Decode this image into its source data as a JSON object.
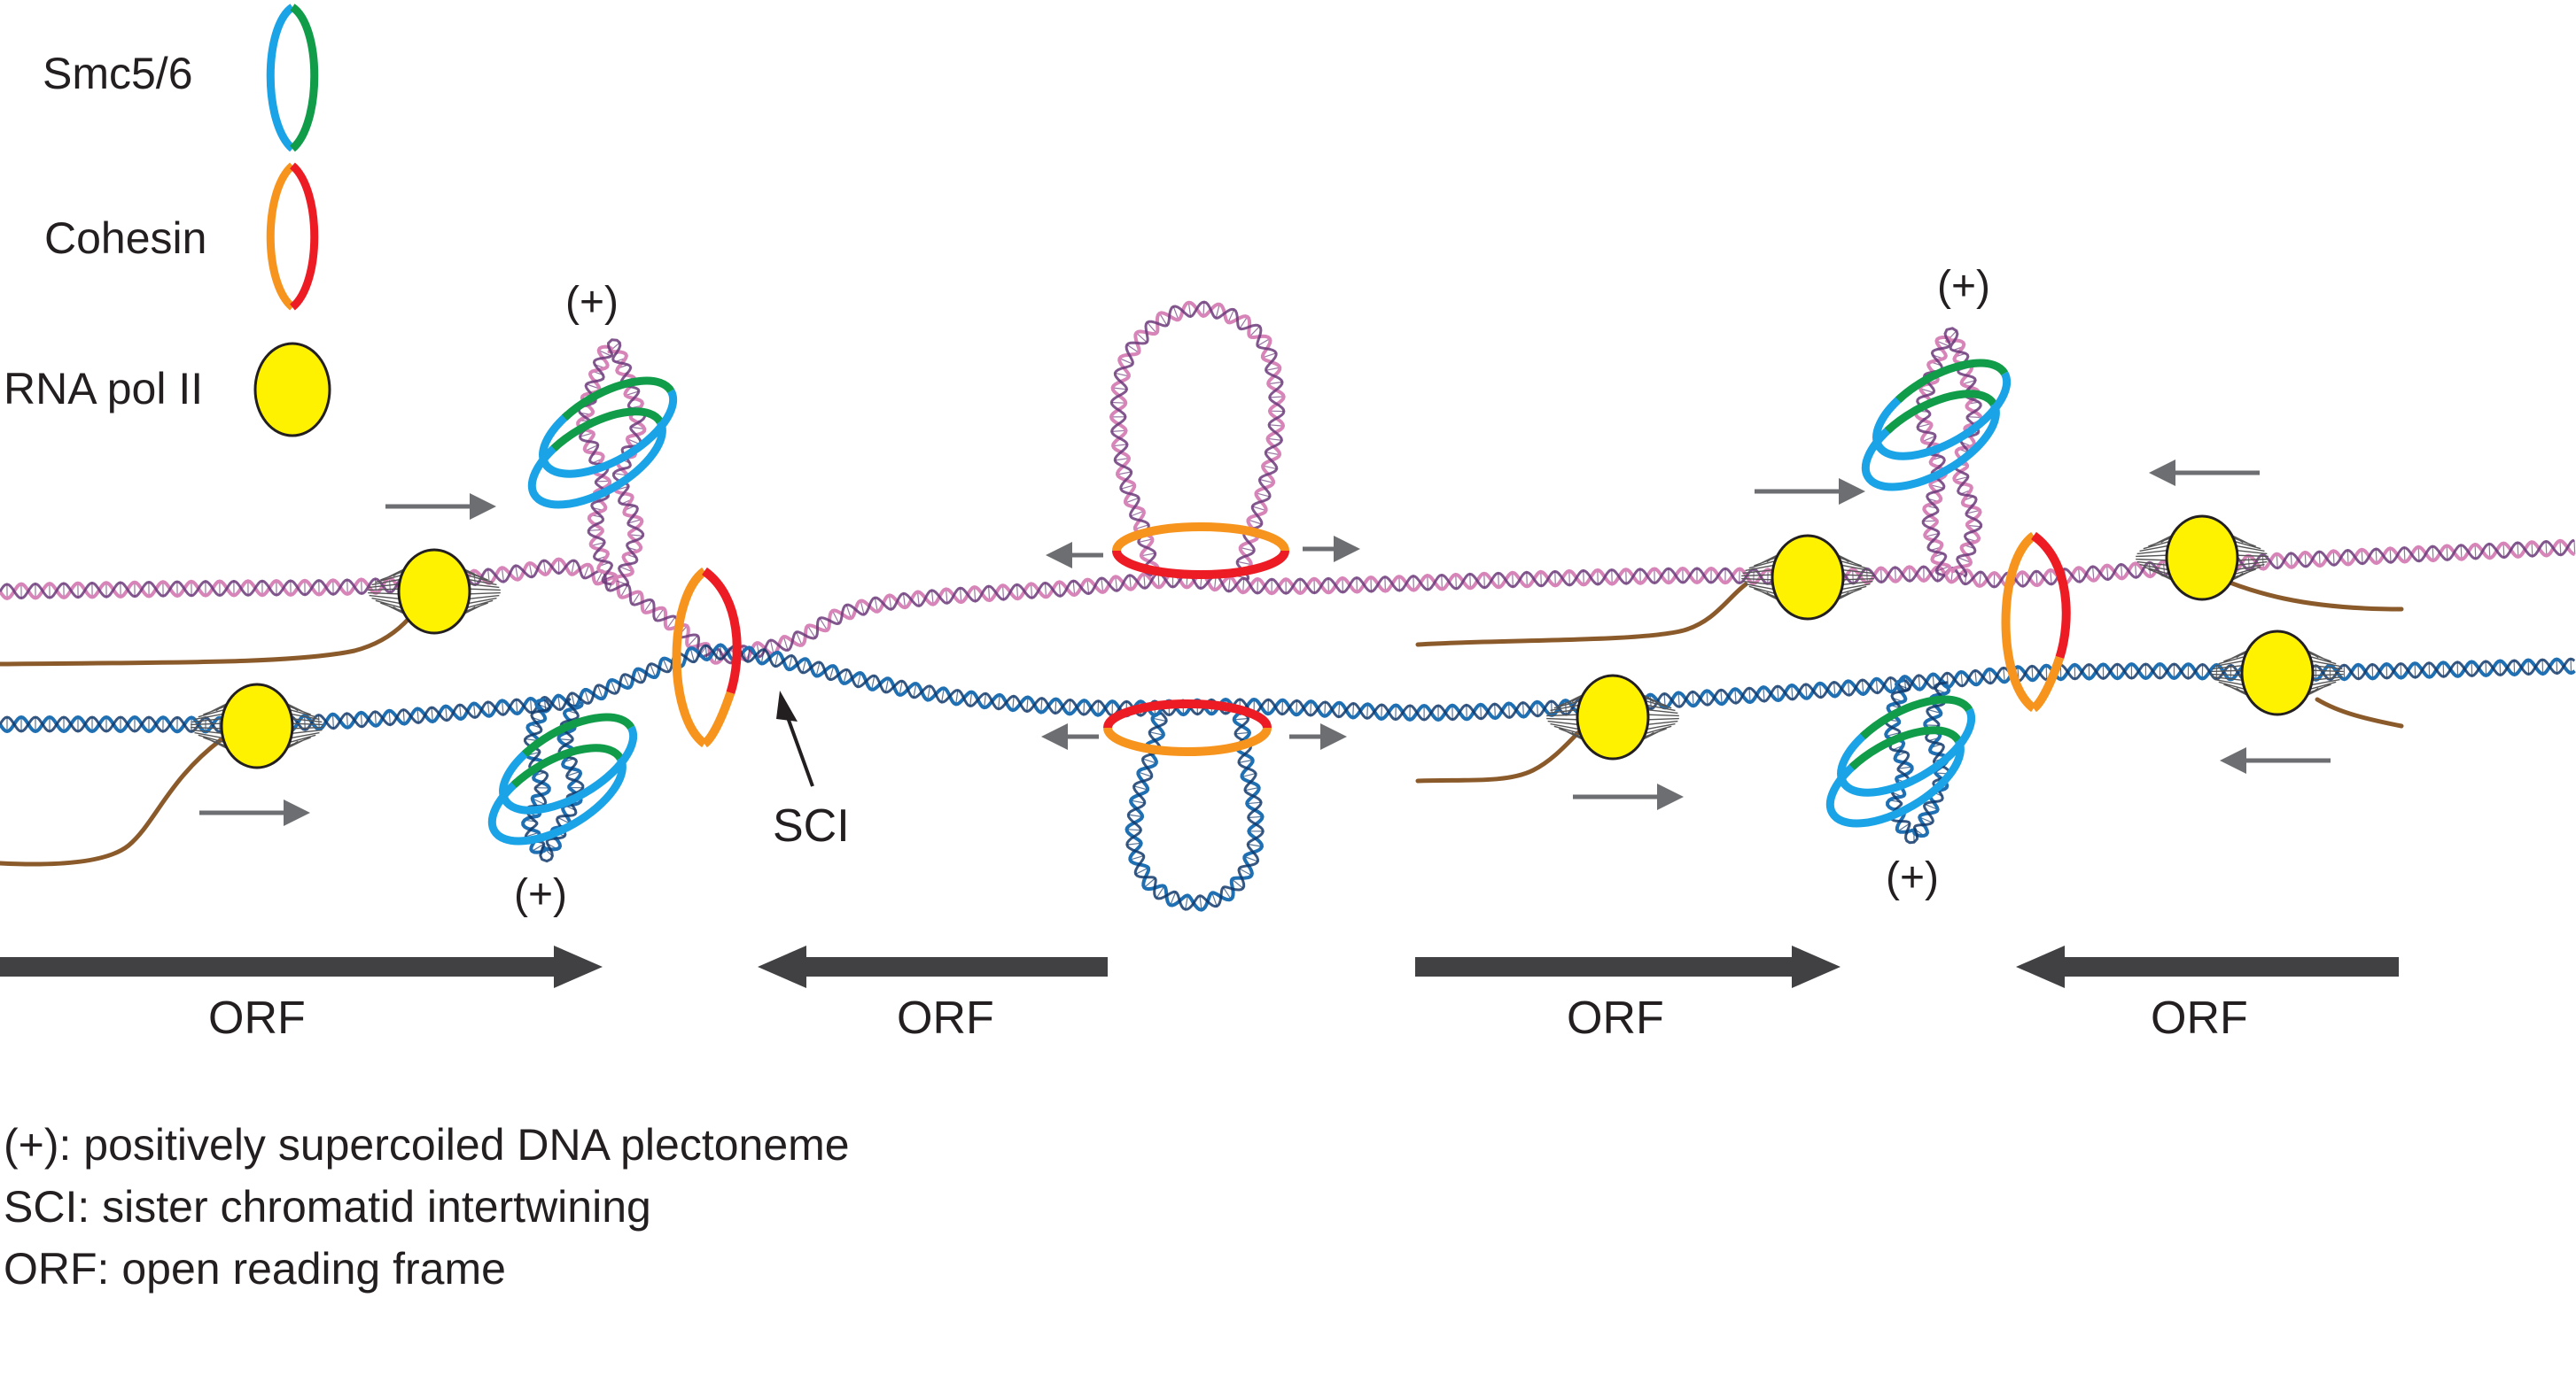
{
  "legend": {
    "smc": {
      "label": "Smc5/6",
      "colors": [
        "#1aa3e6",
        "#119c4a"
      ]
    },
    "cohesin": {
      "label": "Cohesin",
      "colors": [
        "#f7941d",
        "#ed1c24"
      ]
    },
    "rnapol": {
      "label": "RNA pol II",
      "color": "#fff200"
    }
  },
  "labels": {
    "plus": "(+)",
    "sci": "SCI",
    "orf": "ORF"
  },
  "footnotes": [
    "(+): positively supercoiled DNA plectoneme",
    "SCI: sister chromatid intertwining",
    "ORF: open reading frame"
  ],
  "colors": {
    "dna_top": "#d784b8",
    "dna_top_dark": "#6b3a7a",
    "dna_bottom": "#1f6fb3",
    "dna_bottom_dark": "#123a6b",
    "rna": "#8b5a2b",
    "arrow_small": "#6d6e71",
    "arrow_orf": "#414042"
  }
}
